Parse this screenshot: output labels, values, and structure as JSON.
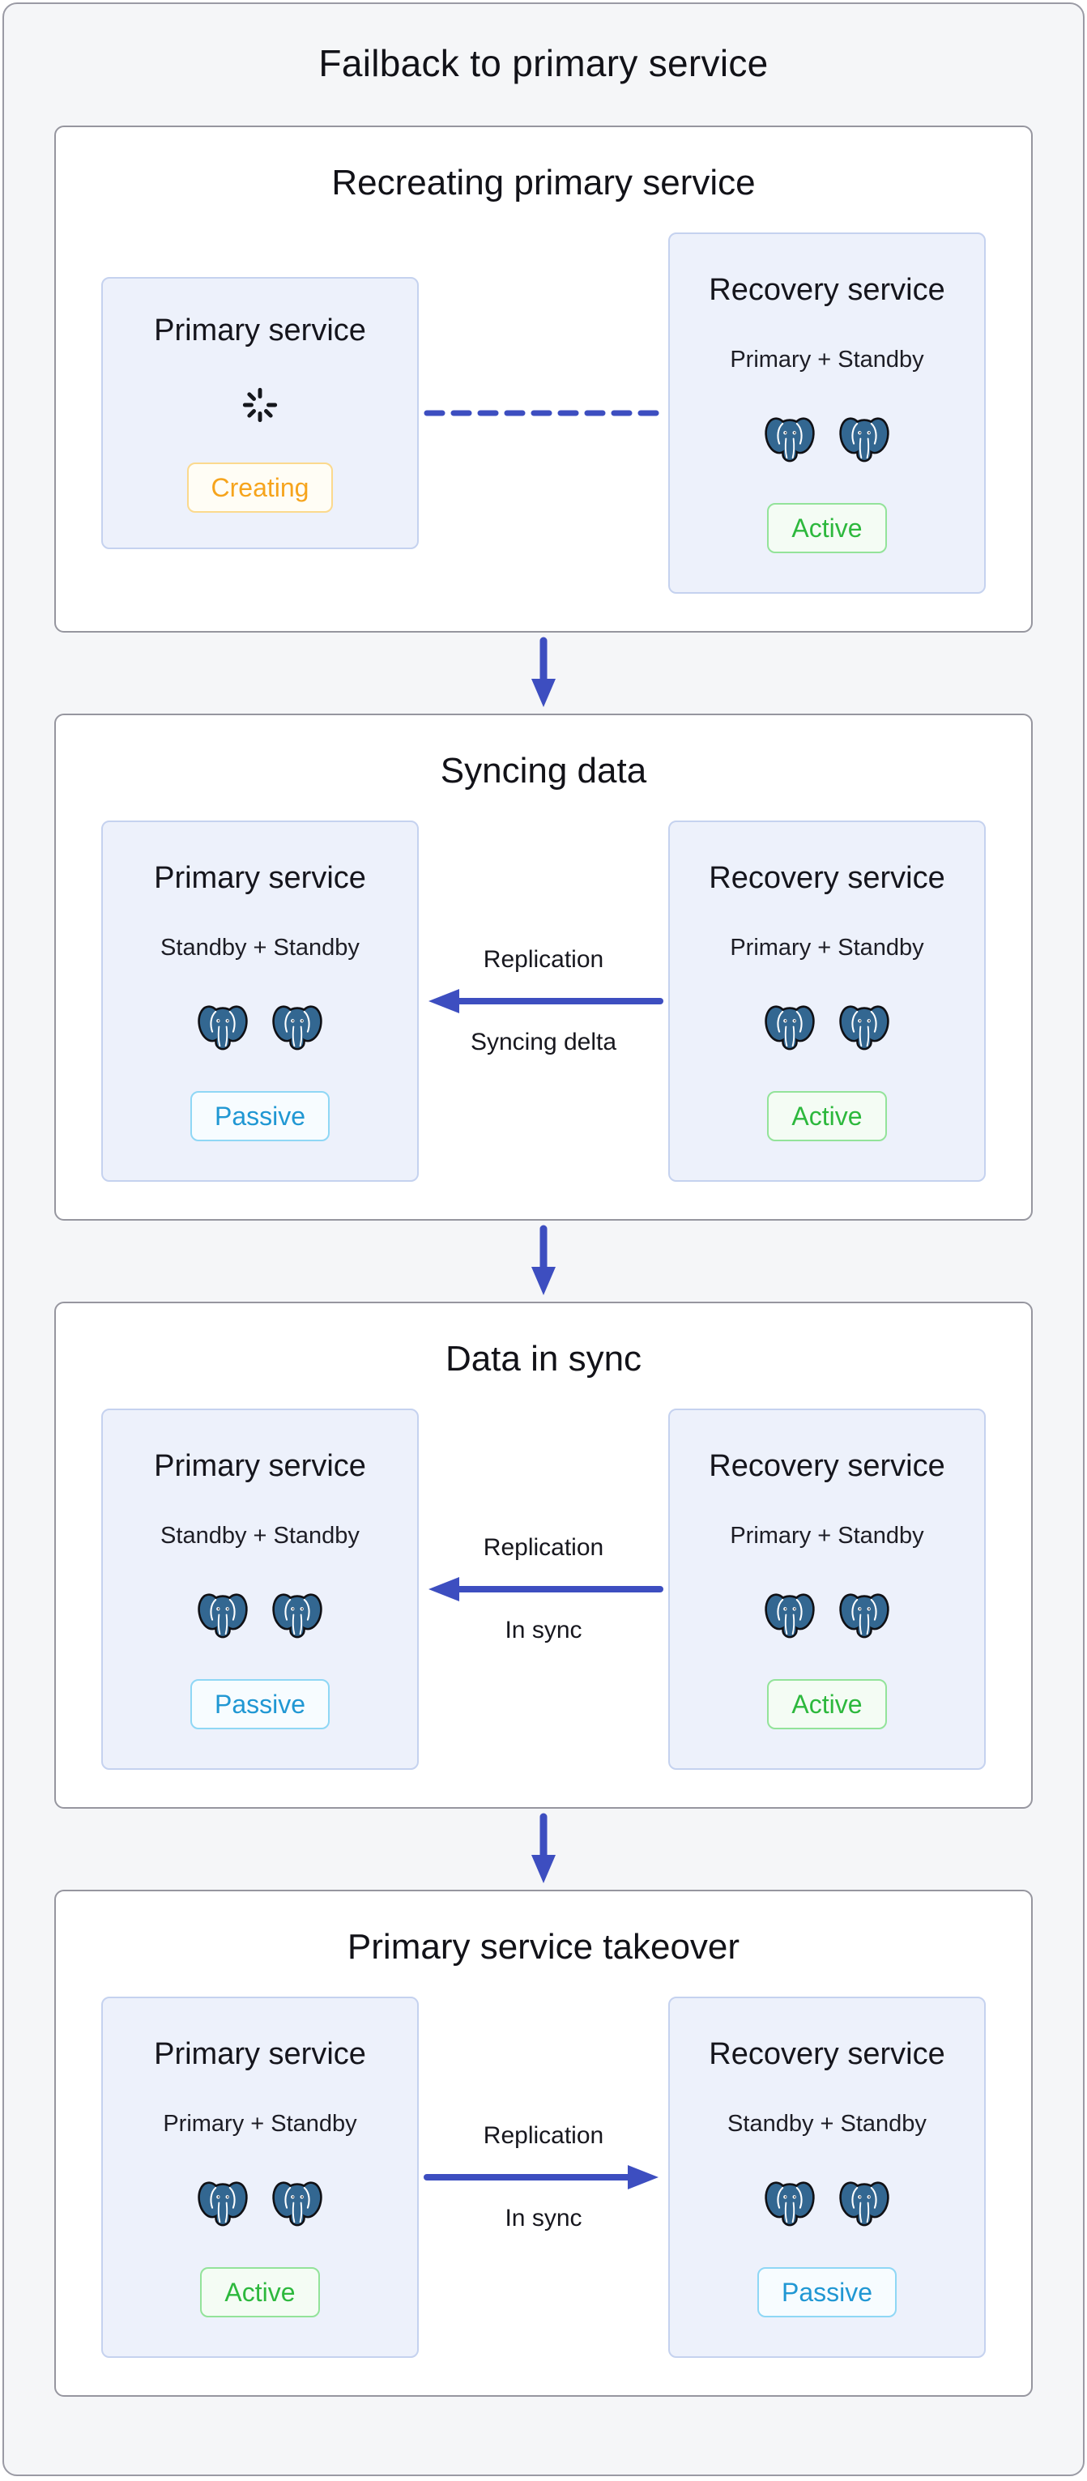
{
  "title": "Failback to primary service",
  "colors": {
    "accent_blue": "#3d4ec0",
    "status_creating": "#f6a41c",
    "status_active": "#2db83d",
    "status_passive": "#2097d3",
    "postgres_blue": "#336791",
    "node_background": "#edf1fb",
    "node_border": "#c5d2ef"
  },
  "stages": [
    {
      "title": "Recreating primary service",
      "left": {
        "title": "Primary service",
        "icon": "spinner-icon",
        "status": {
          "label": "Creating",
          "kind": "creating"
        }
      },
      "right": {
        "title": "Recovery service",
        "subtitle": "Primary + Standby",
        "icon": "postgres-elephant-pair-icon",
        "status": {
          "label": "Active",
          "kind": "active"
        }
      },
      "connector": {
        "type": "dashed-line",
        "direction": "none"
      }
    },
    {
      "title": "Syncing data",
      "left": {
        "title": "Primary service",
        "subtitle": "Standby + Standby",
        "icon": "postgres-elephant-pair-icon",
        "status": {
          "label": "Passive",
          "kind": "passive"
        }
      },
      "right": {
        "title": "Recovery service",
        "subtitle": "Primary + Standby",
        "icon": "postgres-elephant-pair-icon",
        "status": {
          "label": "Active",
          "kind": "active"
        }
      },
      "connector": {
        "type": "arrow",
        "direction": "left",
        "label_top": "Replication",
        "label_bottom": "Syncing delta"
      }
    },
    {
      "title": "Data in sync",
      "left": {
        "title": "Primary service",
        "subtitle": "Standby + Standby",
        "icon": "postgres-elephant-pair-icon",
        "status": {
          "label": "Passive",
          "kind": "passive"
        }
      },
      "right": {
        "title": "Recovery service",
        "subtitle": "Primary + Standby",
        "icon": "postgres-elephant-pair-icon",
        "status": {
          "label": "Active",
          "kind": "active"
        }
      },
      "connector": {
        "type": "arrow",
        "direction": "left",
        "label_top": "Replication",
        "label_bottom": "In sync"
      }
    },
    {
      "title": "Primary service takeover",
      "left": {
        "title": "Primary service",
        "subtitle": "Primary + Standby",
        "icon": "postgres-elephant-pair-icon",
        "status": {
          "label": "Active",
          "kind": "active"
        }
      },
      "right": {
        "title": "Recovery service",
        "subtitle": "Standby + Standby",
        "icon": "postgres-elephant-pair-icon",
        "status": {
          "label": "Passive",
          "kind": "passive"
        }
      },
      "connector": {
        "type": "arrow",
        "direction": "right",
        "label_top": "Replication",
        "label_bottom": "In sync"
      }
    }
  ]
}
